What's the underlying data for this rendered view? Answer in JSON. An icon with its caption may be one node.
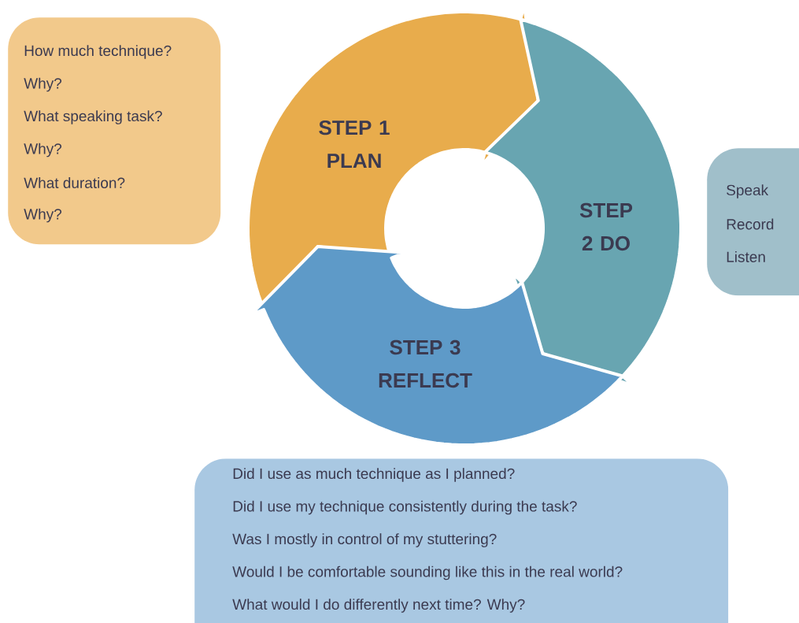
{
  "diagram": {
    "nodes": [
      {
        "text": [
          "How much technique?",
          "Why?",
          "What speaking task?",
          "Why?",
          "What duration?",
          "Why?"
        ]
      },
      {
        "text": [
          "STEP 1 PLAN"
        ]
      },
      {
        "text": [
          "STEP 2 DO"
        ]
      },
      {
        "text": [
          "Speak",
          "Record",
          "Listen"
        ]
      },
      {
        "text": [
          "STEP 3 REFLECT"
        ]
      },
      {
        "text": [
          "Did I use as much technique as I planned?",
          "Did I use my technique consistently during the task?",
          "Was I mostly in control of my stuttering?",
          "Would I be comfortable sounding like this in the real world?",
          "What would I do differently next time? Why?"
        ]
      }
    ]
  }
}
